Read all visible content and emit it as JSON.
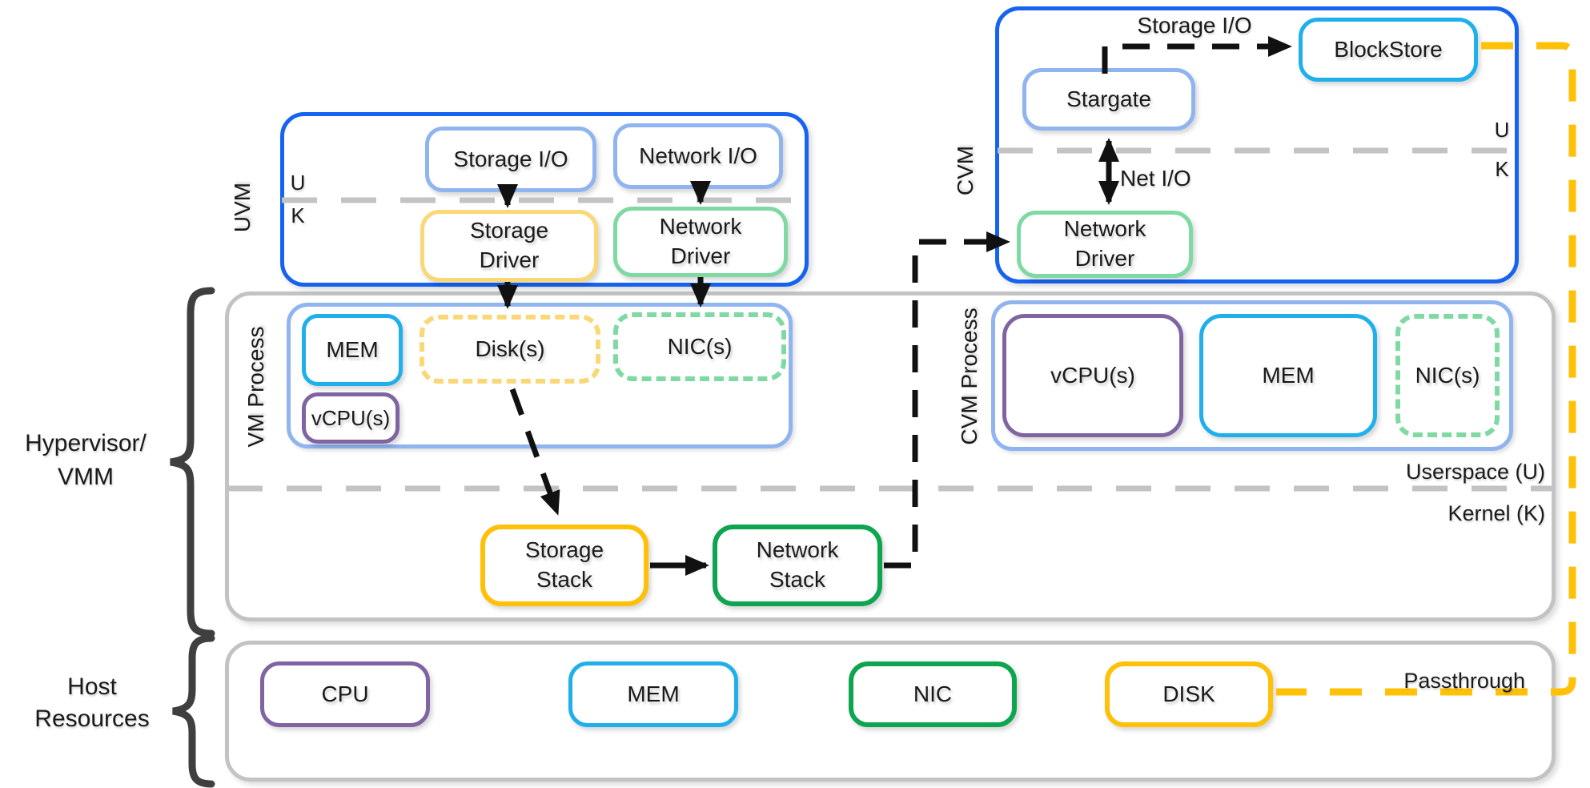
{
  "colors": {
    "blue": "#1663F0",
    "light_blue": "#8FB4F0",
    "cyan": "#1FB0EC",
    "yellow": "#FAD878",
    "gold": "#FFC008",
    "green_light": "#7FD9A2",
    "green": "#0EA551",
    "purple": "#8064A2",
    "gray": "#C3C3C3",
    "dark": "#3F3F3F",
    "black": "#111111"
  },
  "uvm": {
    "label": "UVM",
    "user": "U",
    "kernel": "K",
    "storage_io": "Storage I/O",
    "network_io": "Network I/O",
    "storage_driver": "Storage\nDriver",
    "network_driver": "Network\nDriver"
  },
  "cvm": {
    "label": "CVM",
    "user": "U",
    "kernel": "K",
    "stargate": "Stargate",
    "blockstore": "BlockStore",
    "storage_io_flow": "Storage I/O",
    "net_io_flow": "Net I/O",
    "network_driver": "Network\nDriver"
  },
  "hypervisor": {
    "label": "Hypervisor/\nVMM",
    "userspace": "Userspace (U)",
    "kernel": "Kernel (K)",
    "vm_process": {
      "label": "VM Process",
      "mem": "MEM",
      "vcpu": "vCPU(s)",
      "disks": "Disk(s)",
      "nics": "NIC(s)"
    },
    "cvm_process": {
      "label": "CVM Process",
      "vcpu": "vCPU(s)",
      "mem": "MEM",
      "nics": "NIC(s)"
    },
    "storage_stack": "Storage\nStack",
    "network_stack": "Network\nStack"
  },
  "host": {
    "label": "Host\nResources",
    "cpu": "CPU",
    "mem": "MEM",
    "nic": "NIC",
    "disk": "DISK",
    "passthrough": "Passthrough"
  }
}
